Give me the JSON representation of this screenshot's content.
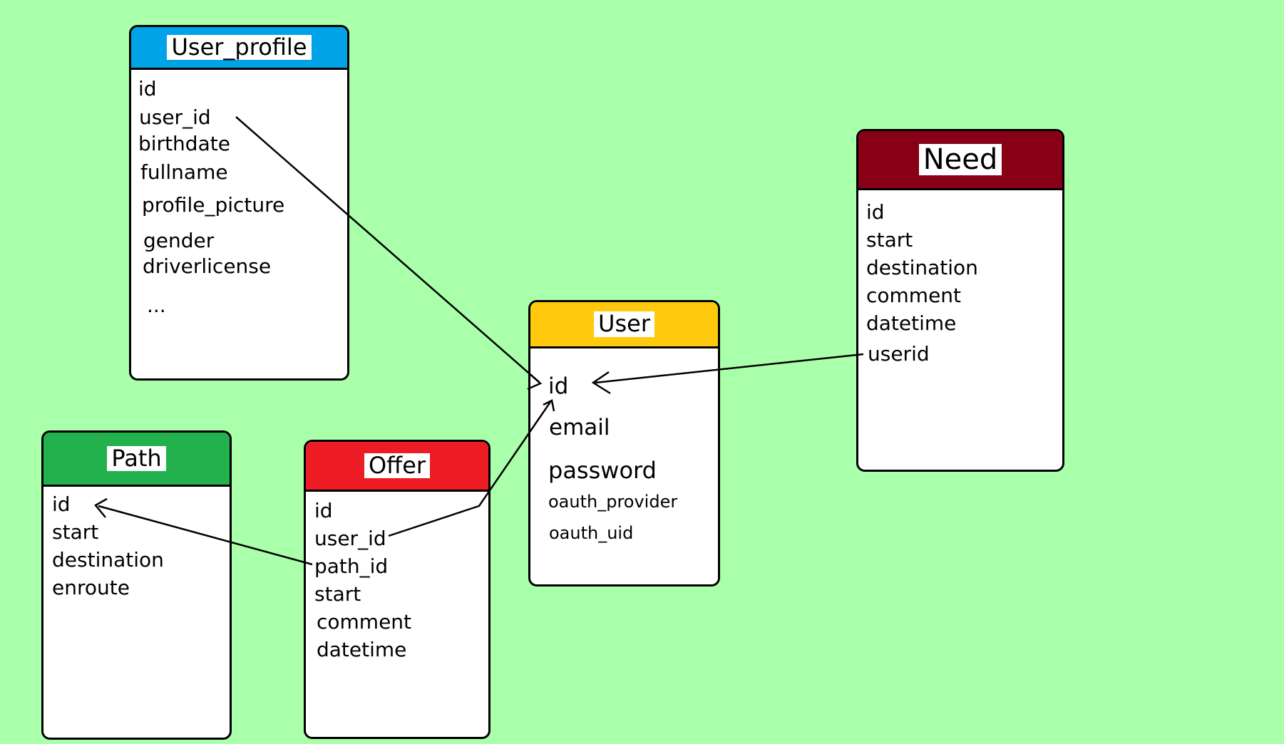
{
  "colors": {
    "background": "#aaffaa",
    "user_profile_header": "#00a2e8",
    "user_header": "#ffc90e",
    "need_header": "#880015",
    "path_header": "#22b14c",
    "offer_header": "#ed1c24"
  },
  "entities": {
    "user_profile": {
      "title": "User_profile",
      "fields": [
        "id",
        "user_id",
        "birthdate",
        "fullname",
        "profile_picture",
        "gender",
        "driverlicense",
        "..."
      ]
    },
    "user": {
      "title": "User",
      "fields": [
        "id",
        "email",
        "password",
        "oauth_provider",
        "oauth_uid"
      ]
    },
    "need": {
      "title": "Need",
      "fields": [
        "id",
        "start",
        "destination",
        "comment",
        "datetime",
        "userid"
      ]
    },
    "path": {
      "title": "Path",
      "fields": [
        "id",
        "start",
        "destination",
        "enroute"
      ]
    },
    "offer": {
      "title": "Offer",
      "fields": [
        "id",
        "user_id",
        "path_id",
        "start",
        "comment",
        "datetime"
      ]
    }
  },
  "relations": [
    {
      "from": "user_profile.user_id",
      "to": "user.id"
    },
    {
      "from": "need.userid",
      "to": "user.id"
    },
    {
      "from": "offer.user_id",
      "to": "user.id"
    },
    {
      "from": "offer.path_id",
      "to": "path.id"
    }
  ]
}
